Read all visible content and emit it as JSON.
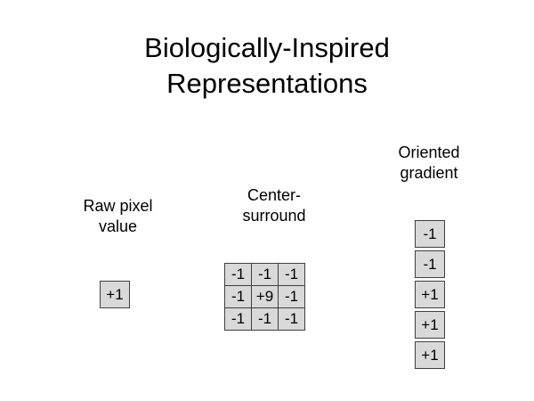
{
  "title": {
    "line1": "Biologically-Inspired",
    "line2": "Representations"
  },
  "sections": {
    "raw_pixel": {
      "label_line1": "Raw pixel",
      "label_line2": "value",
      "cell": "+1"
    },
    "center_surround": {
      "label_line1": "Center-",
      "label_line2": "surround",
      "grid": [
        [
          "-1",
          "-1",
          "-1"
        ],
        [
          "-1",
          "+9",
          "-1"
        ],
        [
          "-1",
          "-1",
          "-1"
        ]
      ]
    },
    "oriented_gradient": {
      "label_line1": "Oriented",
      "label_line2": "gradient",
      "column": [
        "-1",
        "-1",
        "+1",
        "+1",
        "+1"
      ]
    }
  },
  "colors": {
    "background": "#ffffff",
    "text": "#000000",
    "cell_fill": "#d9d9d9",
    "cell_border": "#3f3f3f"
  }
}
